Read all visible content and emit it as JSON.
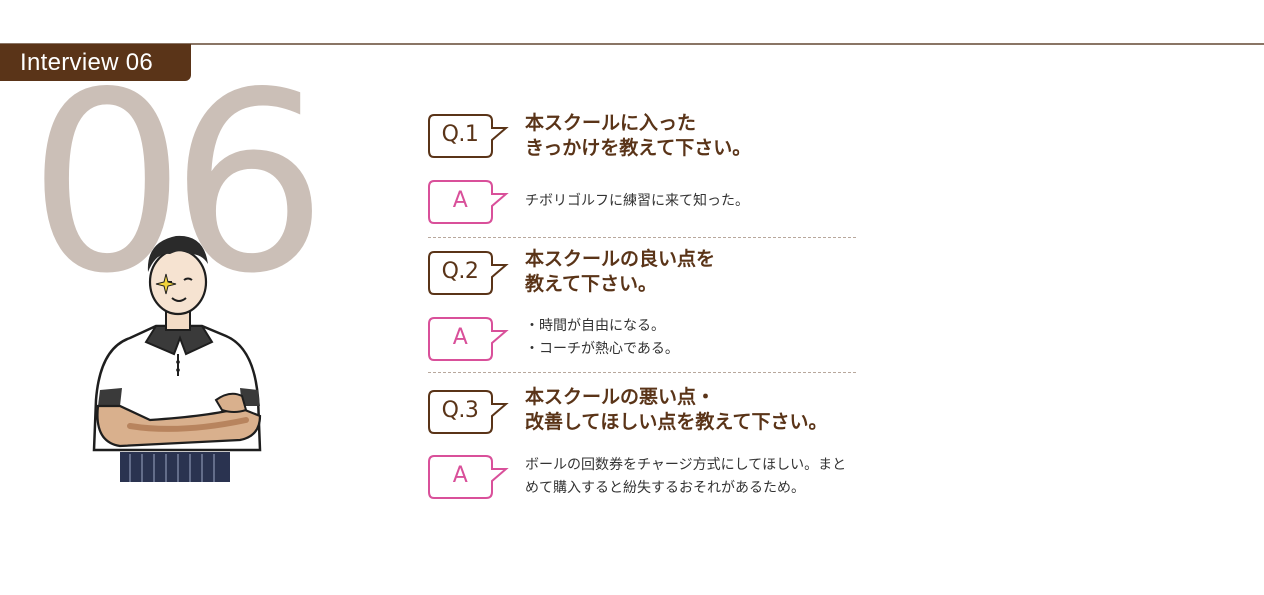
{
  "header": {
    "section_label": "Interview 06",
    "big_number": "06"
  },
  "colors": {
    "brand_brown": "#5a3418",
    "number_beige": "#cbbfb7",
    "answer_pink": "#d9509a"
  },
  "qa": [
    {
      "q_label": "Q.1",
      "question": "本スクールに入った\nきっかけを教えて下さい。",
      "a_label": "A",
      "answer": "チボリゴルフに練習に来て知った。"
    },
    {
      "q_label": "Q.2",
      "question": "本スクールの良い点を\n教えて下さい。",
      "a_label": "A",
      "answer": "・時間が自由になる。\n・コーチが熱心である。"
    },
    {
      "q_label": "Q.3",
      "question": "本スクールの悪い点・\n改善してほしい点を教えて下さい。",
      "a_label": "A",
      "answer": "ボールの回数券をチャージ方式にしてほしい。まとめて購入すると紛失するおそれがあるため。"
    }
  ]
}
